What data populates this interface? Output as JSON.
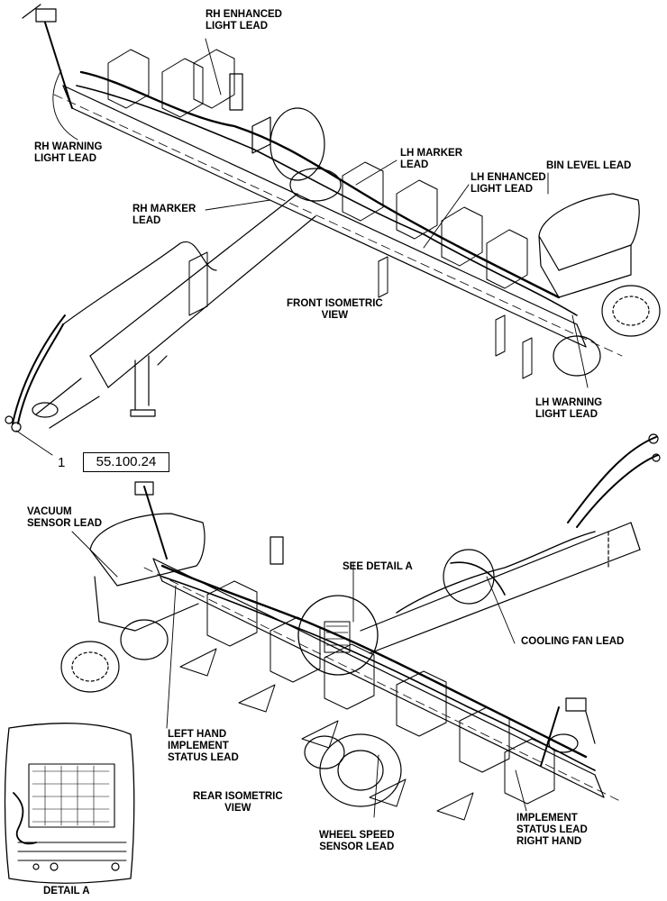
{
  "callouts": {
    "rh_enhanced_light_lead": [
      "RH ENHANCED",
      "LIGHT LEAD"
    ],
    "rh_warning_light_lead": [
      "RH WARNING",
      "LIGHT LEAD"
    ],
    "lh_marker_lead": [
      "LH MARKER",
      "LEAD"
    ],
    "lh_enhanced_light_lead": [
      "LH ENHANCED",
      "LIGHT LEAD"
    ],
    "bin_level_lead": "BIN LEVEL LEAD",
    "rh_marker_lead": [
      "RH MARKER",
      "LEAD"
    ],
    "front_isometric_view": [
      "FRONT ISOMETRIC",
      "VIEW"
    ],
    "lh_warning_light_lead": [
      "LH WARNING",
      "LIGHT LEAD"
    ],
    "vacuum_sensor_lead": [
      "VACUUM",
      "SENSOR LEAD"
    ],
    "see_detail_a": "SEE DETAIL A",
    "cooling_fan_lead": "COOLING FAN LEAD",
    "left_hand_implement_status_lead": [
      "LEFT HAND",
      "IMPLEMENT",
      "STATUS LEAD"
    ],
    "rear_isometric_view": [
      "REAR ISOMETRIC",
      "VIEW"
    ],
    "wheel_speed_sensor_lead": [
      "WHEEL SPEED",
      "SENSOR LEAD"
    ],
    "implement_status_lead_right_hand": [
      "IMPLEMENT",
      "STATUS LEAD",
      "RIGHT HAND"
    ],
    "detail_a": "DETAIL A"
  },
  "item_number": "1",
  "reference": "55.100.24"
}
